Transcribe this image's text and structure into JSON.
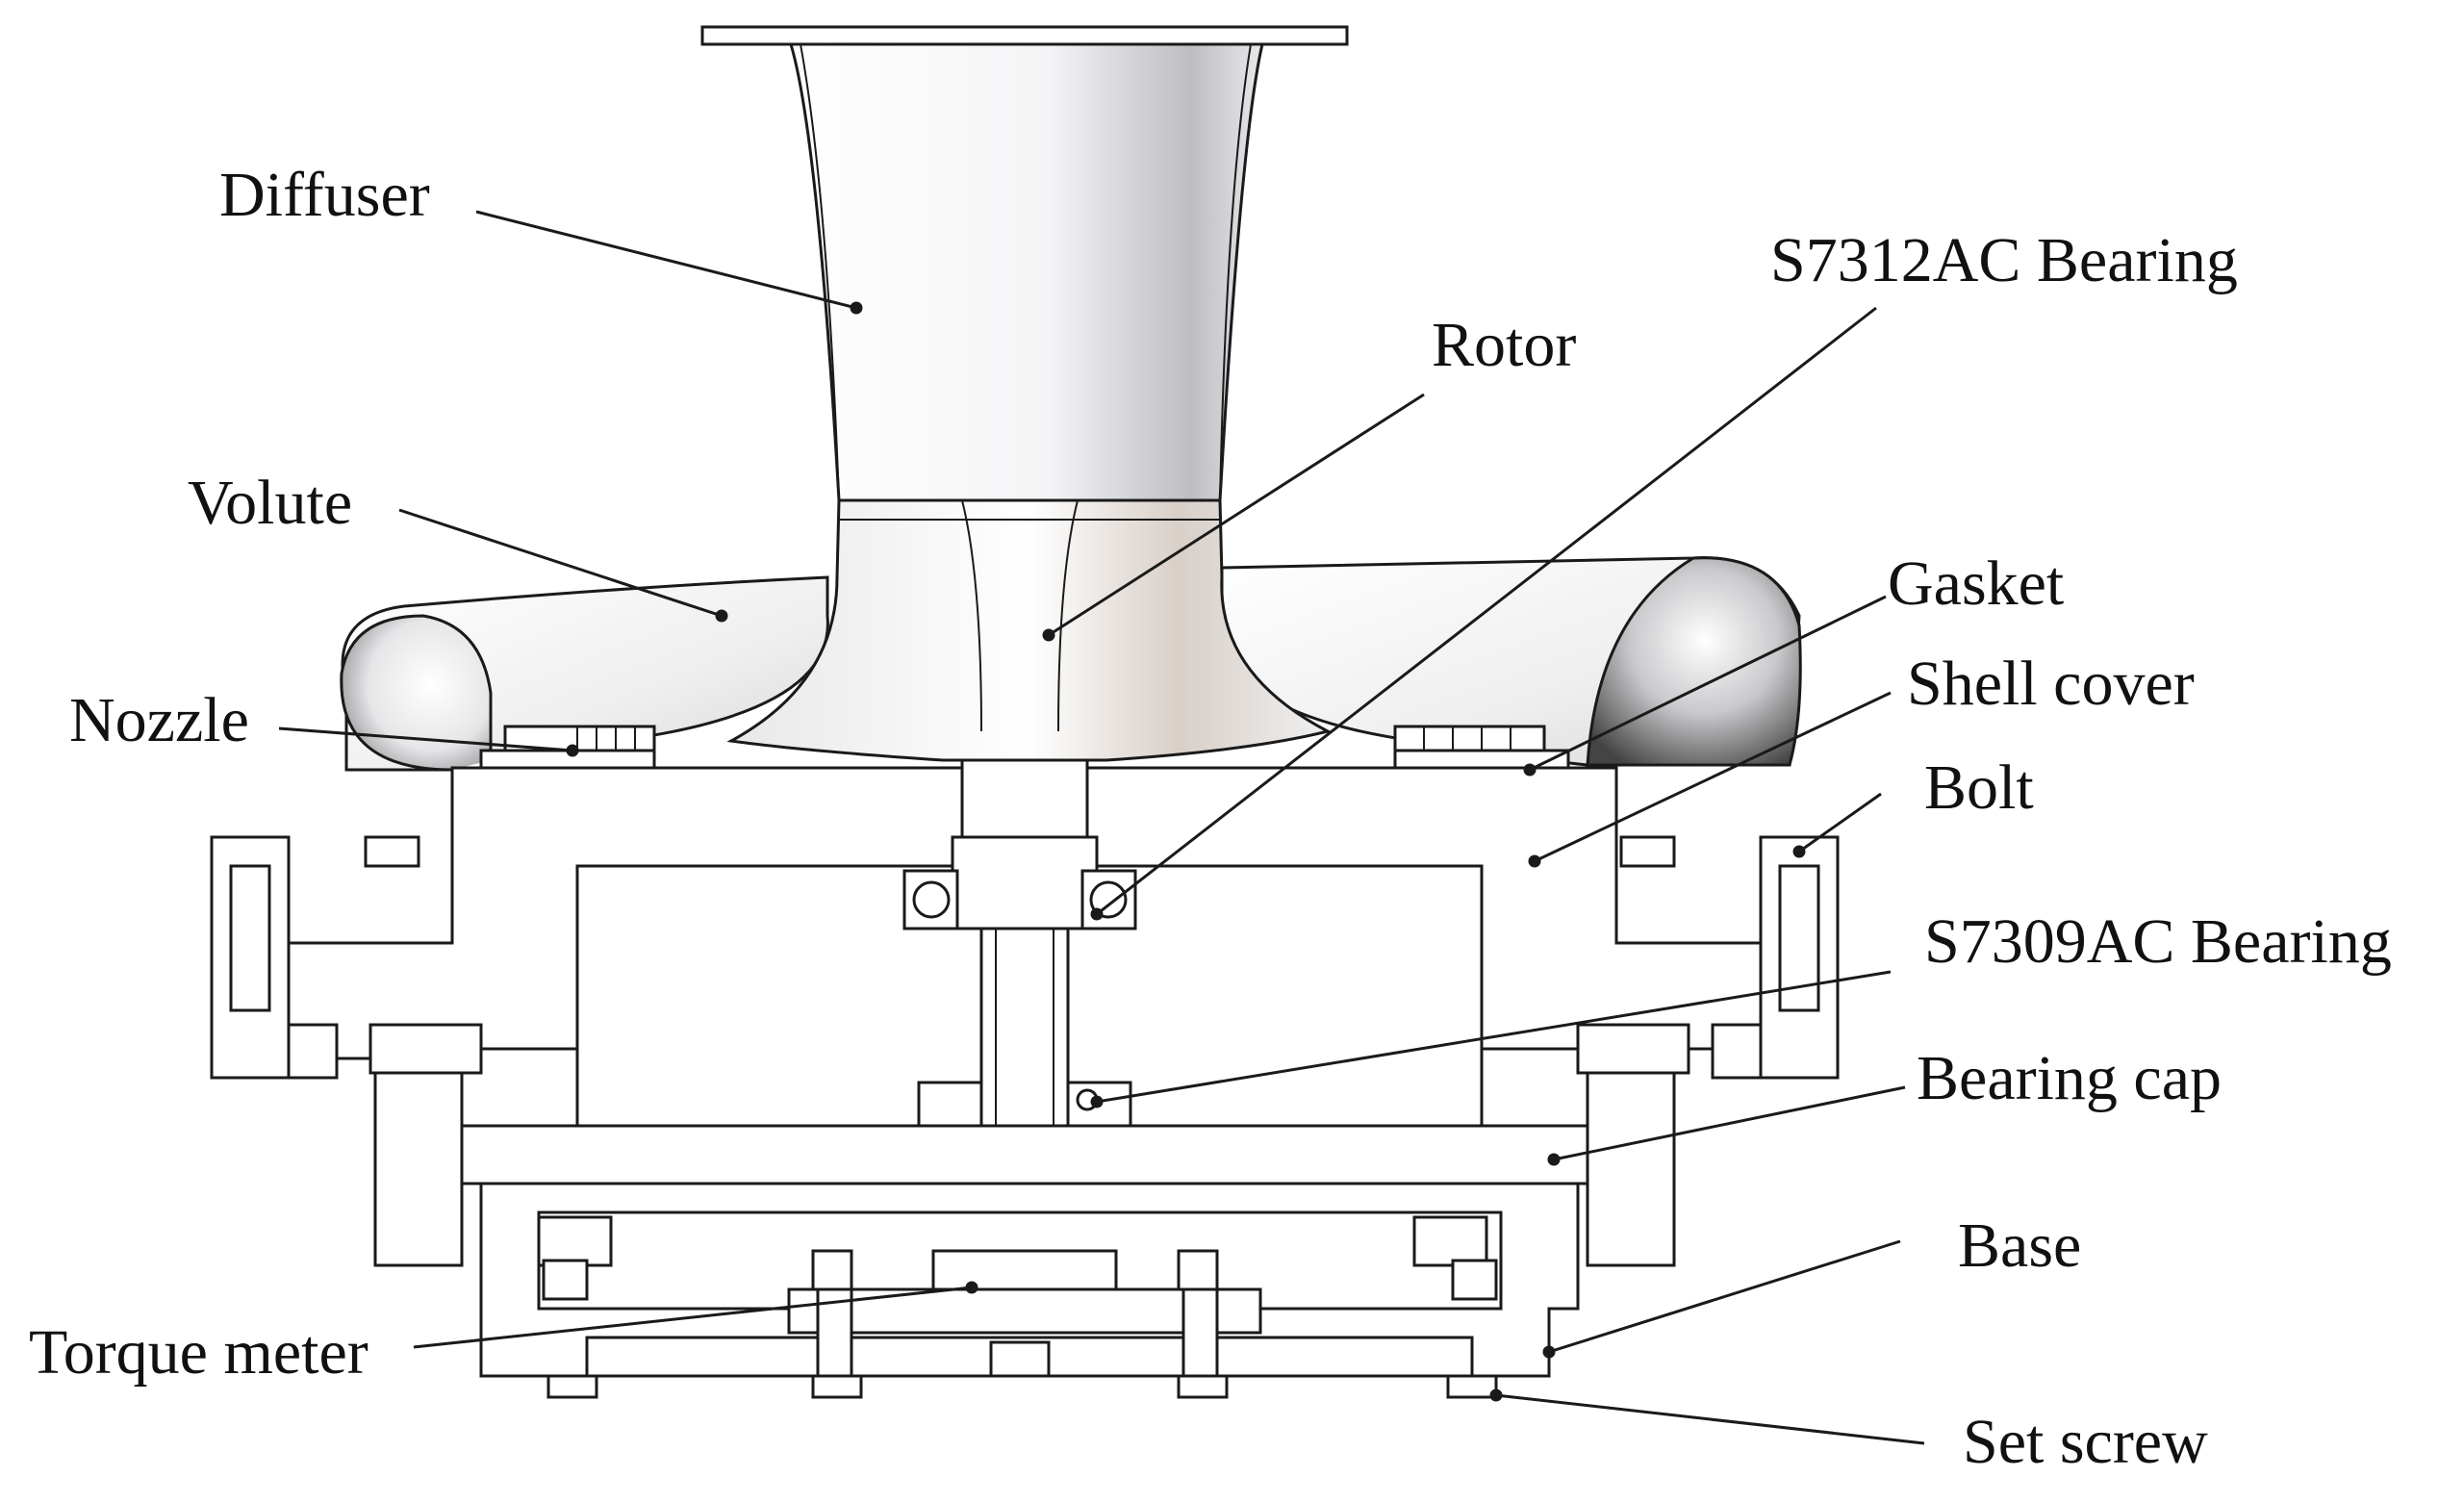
{
  "labels": {
    "diffuser": "Diffuser",
    "s7312": "S7312AC Bearing",
    "rotor": "Rotor",
    "volute": "Volute",
    "gasket": "Gasket",
    "nozzle": "Nozzle",
    "shell_cover": "Shell cover",
    "bolt": "Bolt",
    "s7309": "S7309AC Bearing",
    "bearing_cap": "Bearing cap",
    "base": "Base",
    "torque_meter": "Torque meter",
    "set_screw": "Set screw"
  },
  "colors": {
    "line": "#1a1a1a",
    "metal_light": "#ffffff",
    "metal_dark": "#5a5a5a"
  }
}
